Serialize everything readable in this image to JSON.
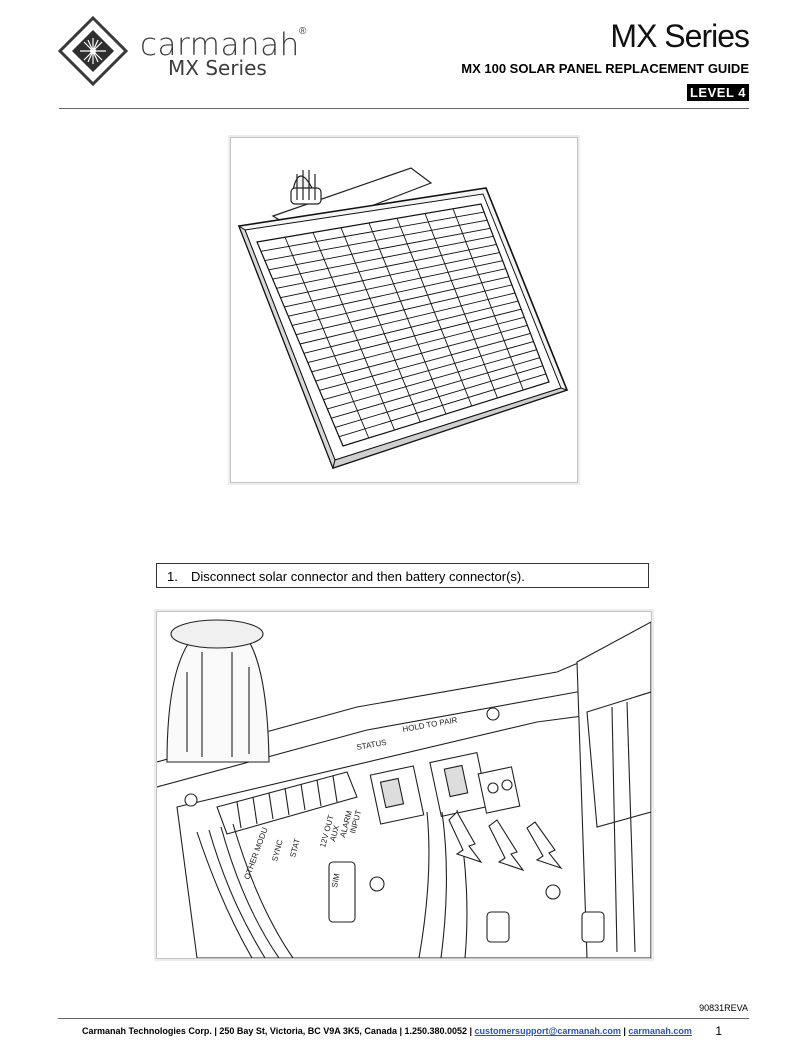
{
  "header": {
    "logo_name": "carmanah",
    "logo_registered": "®",
    "logo_sub": "MX Series",
    "series_title": "MX Series",
    "guide_title": "MX 100 SOLAR PANEL REPLACEMENT GUIDE",
    "level": "LEVEL 4"
  },
  "figures": [
    {
      "name": "solar-panel-illustration",
      "icon": "solar-panel-illustration"
    },
    {
      "name": "connector-illustration",
      "icon": "connector-disconnect-illustration",
      "labels": {
        "status": "STATUS",
        "hold_to_pair": "HOLD TO PAIR",
        "sim": "SIM",
        "other_modules": "OTHER MODU",
        "sync": "SYNC",
        "stat": "STAT",
        "out": "12V OUT",
        "aux": "AUX",
        "alarm": "ALARM",
        "input": "INPUT"
      }
    }
  ],
  "steps": [
    {
      "number": "1.",
      "text": "Disconnect solar connector and then battery connector(s)."
    }
  ],
  "footer": {
    "doc_code": "90831REVA",
    "company_info": "Carmanah Technologies Corp. | 250 Bay St, Victoria, BC V9A 3K5, Canada | 1.250.380.0052 | ",
    "email": "customersupport@carmanah.com",
    "separator": " | ",
    "website": "carmanah.com",
    "page_number": "1"
  }
}
